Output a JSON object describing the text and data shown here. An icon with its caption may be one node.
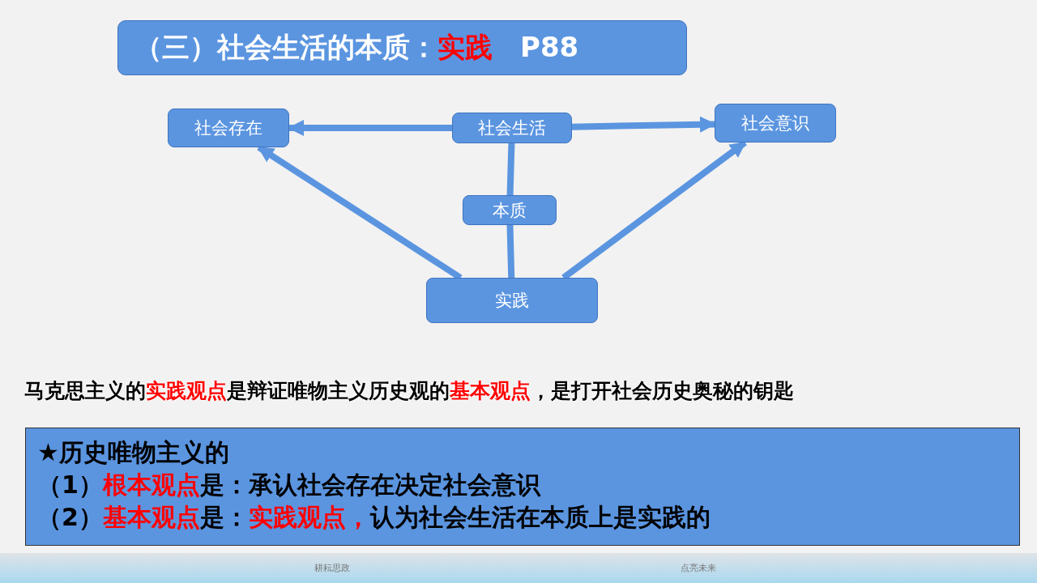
{
  "diagram": {
    "title": "（三）社会生活的本质：**实践**　P88",
    "nodes": [
      {
        "text": [
          "社会存在"
        ]
      },
      {
        "text": [
          "社会生活"
        ]
      },
      {
        "text": [
          "社会意识"
        ]
      },
      {
        "text": [
          "本质"
        ]
      },
      {
        "text": [
          "实践"
        ]
      },
      {
        "text": [
          "★历史唯物主义的",
          "（1）**根本观点**是：承认社会存在决定社会意识",
          "（2）**基本观点**是：**实践观点，**认为社会生活在本质上是实践的"
        ]
      }
    ],
    "edges": [
      {
        "from": 1,
        "to": 0,
        "arrow": "to"
      },
      {
        "from": 1,
        "to": 2,
        "arrow": "to"
      },
      {
        "from": 1,
        "to": 3,
        "arrow": "none"
      },
      {
        "from": 3,
        "to": 4,
        "arrow": "none"
      },
      {
        "from": 4,
        "to": 0,
        "arrow": "to"
      },
      {
        "from": 4,
        "to": 2,
        "arrow": "to"
      }
    ],
    "labels": [
      "马克思主义的**实践观点**是辩证唯物主义历史观的**基本观点**，是打开社会历史奥秘的钥匙",
      "耕耘思政",
      "点亮未来"
    ]
  }
}
